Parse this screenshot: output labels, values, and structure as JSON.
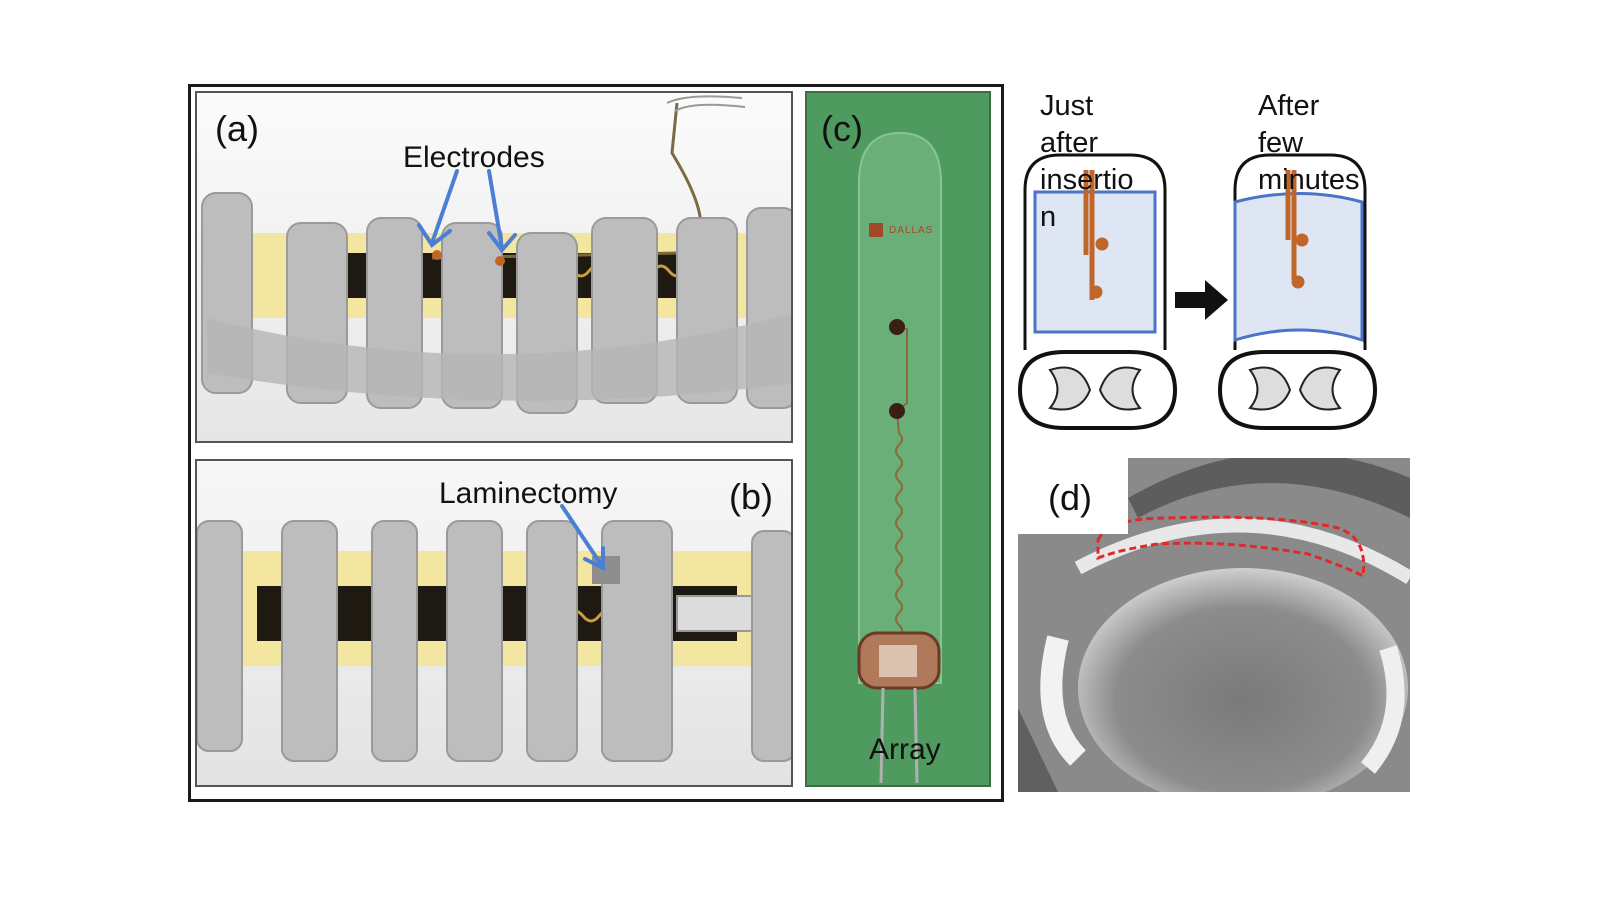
{
  "panel_a": {
    "label": "(a)",
    "electrodes_label": "Electrodes"
  },
  "panel_b": {
    "label": "(b)",
    "laminectomy_label": "Laminectomy"
  },
  "panel_c": {
    "label": "(c)",
    "array_label": "Array",
    "chip_text": "DALLAS"
  },
  "schematic": {
    "left_caption": [
      "Just",
      "after",
      "insertio",
      "n"
    ],
    "right_caption": [
      "After",
      "few",
      "minutes"
    ]
  },
  "panel_d": {
    "label": "(d)"
  },
  "colors": {
    "arrow_blue": "#4a7fd4",
    "electrode_orange": "#c0662a",
    "fluid_blue": "#4a74c8",
    "dashed_red": "#e02a2a",
    "panel_c_green": "#4f9a5e",
    "spinal_yellow": "#f2e6a0"
  }
}
